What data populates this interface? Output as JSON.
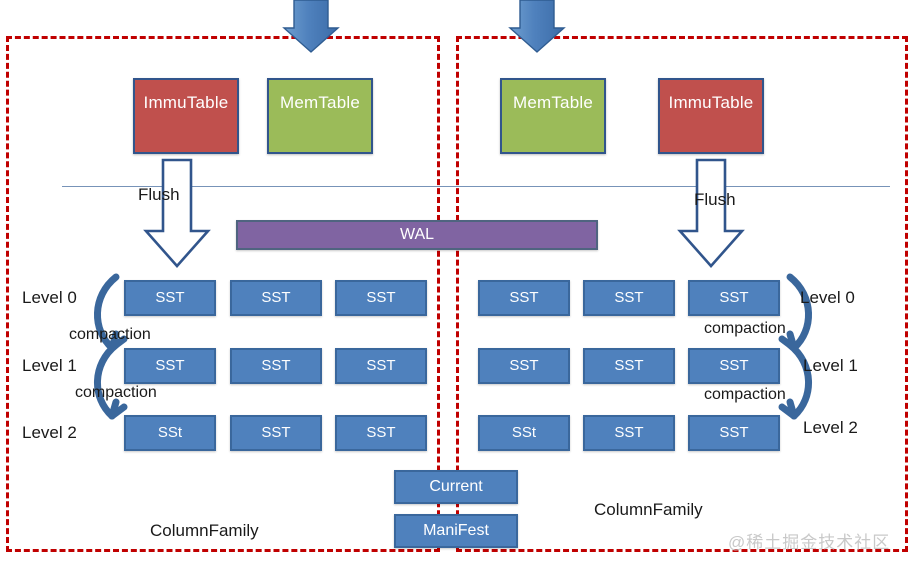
{
  "diagram": {
    "title": "RocksDB ColumnFamily architecture",
    "colors": {
      "panel_border": "#c00000",
      "immutable": "#c0504d",
      "memtable": "#9bbb59",
      "sst": "#4f81bd",
      "wal": "#8064a2",
      "arrow_solid": "#4f81bd",
      "arrow_outline": "#31558c",
      "separator": "#7793b8"
    }
  },
  "left_panel": {
    "label": "ColumnFamily",
    "immutable_label": "ImmuTable",
    "memtable_label": "MemTable",
    "flush_label": "Flush",
    "levels": [
      {
        "label": "Level 0",
        "compaction_label": "compaction",
        "ssts": [
          "SST",
          "SST",
          "SST"
        ]
      },
      {
        "label": "Level 1",
        "compaction_label": "compaction",
        "ssts": [
          "SST",
          "SST",
          "SST"
        ]
      },
      {
        "label": "Level 2",
        "compaction_label": "",
        "ssts": [
          "SSt",
          "SST",
          "SST"
        ]
      }
    ]
  },
  "right_panel": {
    "label": "ColumnFamily",
    "memtable_label": "MemTable",
    "immutable_label": "ImmuTable",
    "flush_label": "Flush",
    "levels": [
      {
        "label": "Level 0",
        "compaction_label": "compaction",
        "ssts": [
          "SST",
          "SST",
          "SST"
        ]
      },
      {
        "label": "Level 1",
        "compaction_label": "compaction",
        "ssts": [
          "SST",
          "SST",
          "SST"
        ]
      },
      {
        "label": "Level 2",
        "compaction_label": "",
        "ssts": [
          "SSt",
          "SST",
          "SST"
        ]
      }
    ]
  },
  "shared": {
    "wal_label": "WAL",
    "current_label": "Current",
    "manifest_label": "ManiFest"
  },
  "watermark": {
    "text": "@稀土掘金技术社区"
  }
}
